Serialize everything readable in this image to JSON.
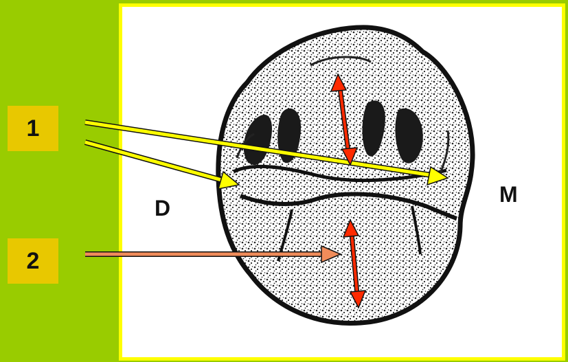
{
  "labels": {
    "one": "1",
    "two": "2",
    "distal": "D",
    "mesial": "M"
  },
  "colors": {
    "background": "#99cc00",
    "frame_border": "#ffff00",
    "label_box": "#e8c800",
    "arrow_1": "#ffff00",
    "arrow_2": "#f08c5a",
    "double_arrow": "#ff2a00",
    "tooth": "#111111"
  }
}
